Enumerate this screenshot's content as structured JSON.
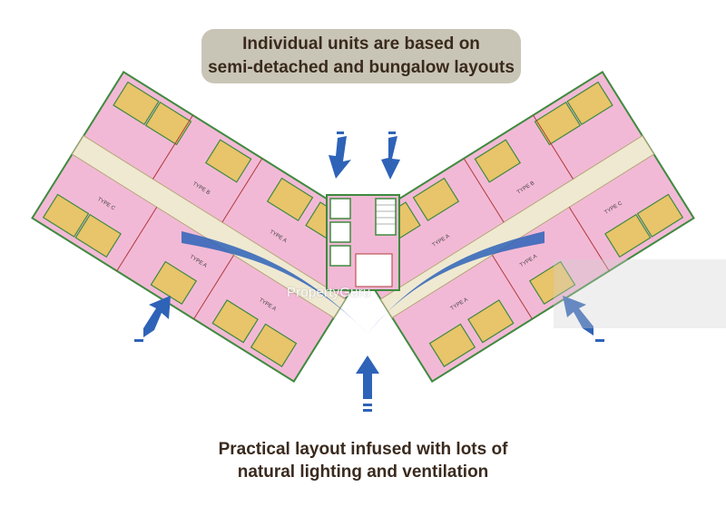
{
  "headline": {
    "line1": "Individual units are based on",
    "line2": "semi-detached and bungalow layouts"
  },
  "caption": {
    "line1": "Practical layout infused with lots of",
    "line2": "natural lighting and ventilation"
  },
  "watermark": "PropertyGuru",
  "unit_types": {
    "type_a": "TYPE A",
    "type_b": "TYPE B",
    "type_c": "TYPE C"
  },
  "colors": {
    "room_pink": "#f2b9d6",
    "room_yellow": "#e8c46a",
    "wall_green": "#3f8a3f",
    "corridor": "#efe9d2",
    "arrow_blue": "#2e63b8",
    "headline_bg": "#c9c5b6",
    "text_brown": "#3a2a1e"
  },
  "icons": [
    "airflow-arrow-icon",
    "propertyguru-logo-icon"
  ]
}
